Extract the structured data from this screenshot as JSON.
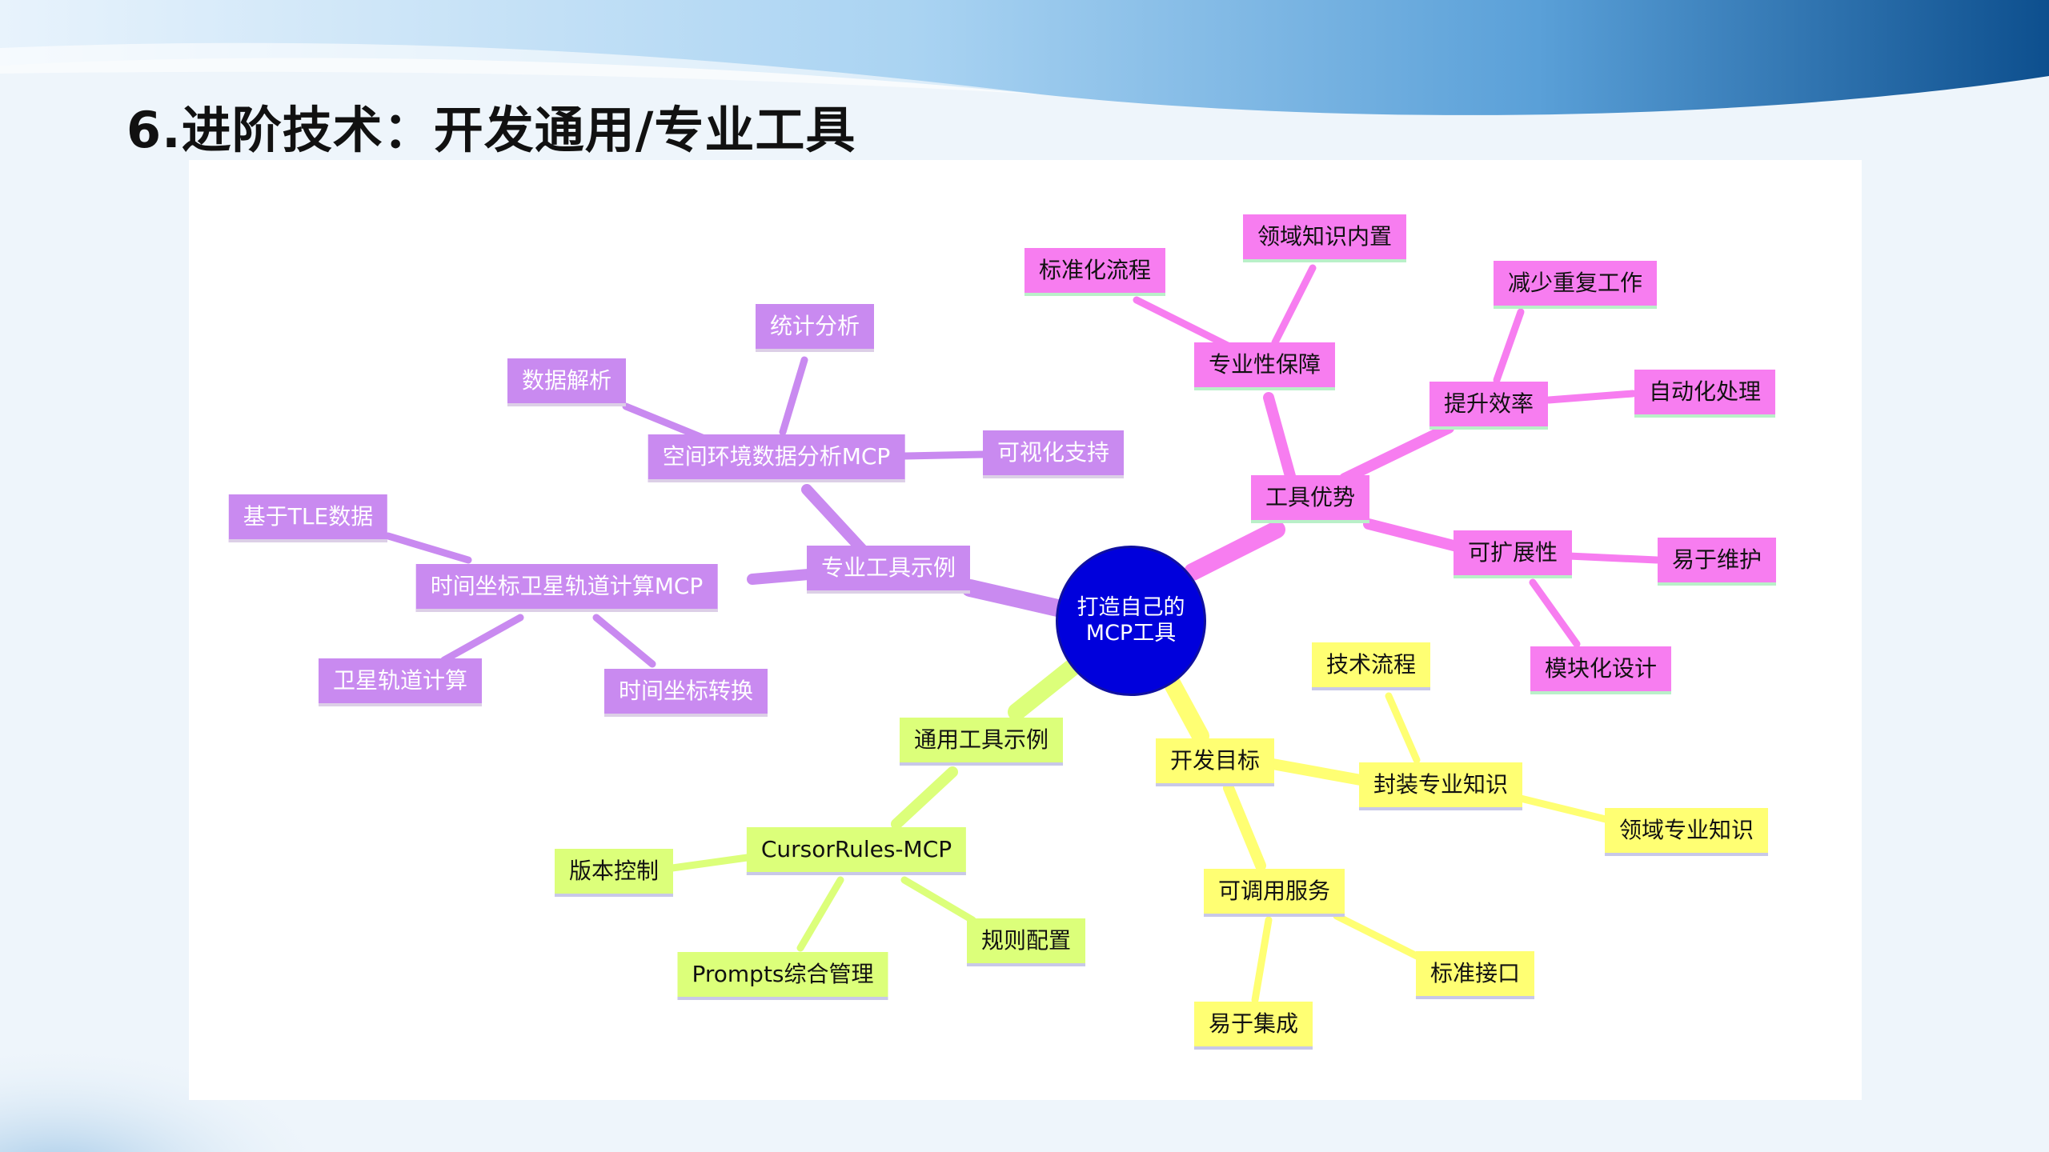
{
  "title": "6.进阶技术：开发通用/专业工具",
  "center": "打造自己的\nMCP工具",
  "colors": {
    "purple": "#c98af0",
    "pink": "#f77df0",
    "yellow": "#ffff73",
    "green": "#dcff7a",
    "center": "#0000dc"
  },
  "branches": {
    "professional": {
      "label": "专业工具示例",
      "space_env": {
        "label": "空间环境数据分析MCP",
        "children": [
          "统计分析",
          "数据解析",
          "可视化支持"
        ]
      },
      "orbit": {
        "label": "时间坐标卫星轨道计算MCP",
        "children": [
          "基于TLE数据",
          "卫星轨道计算",
          "时间坐标转换"
        ]
      }
    },
    "advantages": {
      "label": "工具优势",
      "expertise": {
        "label": "专业性保障",
        "children": [
          "标准化流程",
          "领域知识内置"
        ]
      },
      "efficiency": {
        "label": "提升效率",
        "children": [
          "减少重复工作",
          "自动化处理"
        ]
      },
      "extensibility": {
        "label": "可扩展性",
        "children": [
          "易于维护",
          "模块化设计"
        ]
      }
    },
    "goals": {
      "label": "开发目标",
      "encapsulate": {
        "label": "封装专业知识",
        "children": [
          "技术流程",
          "领域专业知识"
        ]
      },
      "service": {
        "label": "可调用服务",
        "children": [
          "标准接口",
          "易于集成"
        ]
      }
    },
    "general": {
      "label": "通用工具示例",
      "cursor": {
        "label": "CursorRules-MCP",
        "children": [
          "版本控制",
          "规则配置",
          "Prompts综合管理"
        ]
      }
    }
  }
}
